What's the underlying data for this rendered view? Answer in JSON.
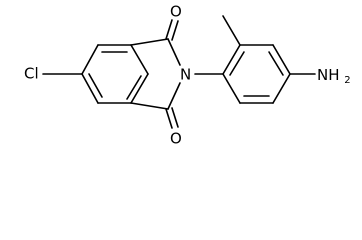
{
  "molecule": {
    "atoms": {
      "chlorine": "Cl",
      "imide_nitrogen": "N",
      "carbonyl_oxygen_top": "O",
      "carbonyl_oxygen_bottom": "O",
      "amino_group": "NH",
      "amino_subscript": "2"
    }
  }
}
